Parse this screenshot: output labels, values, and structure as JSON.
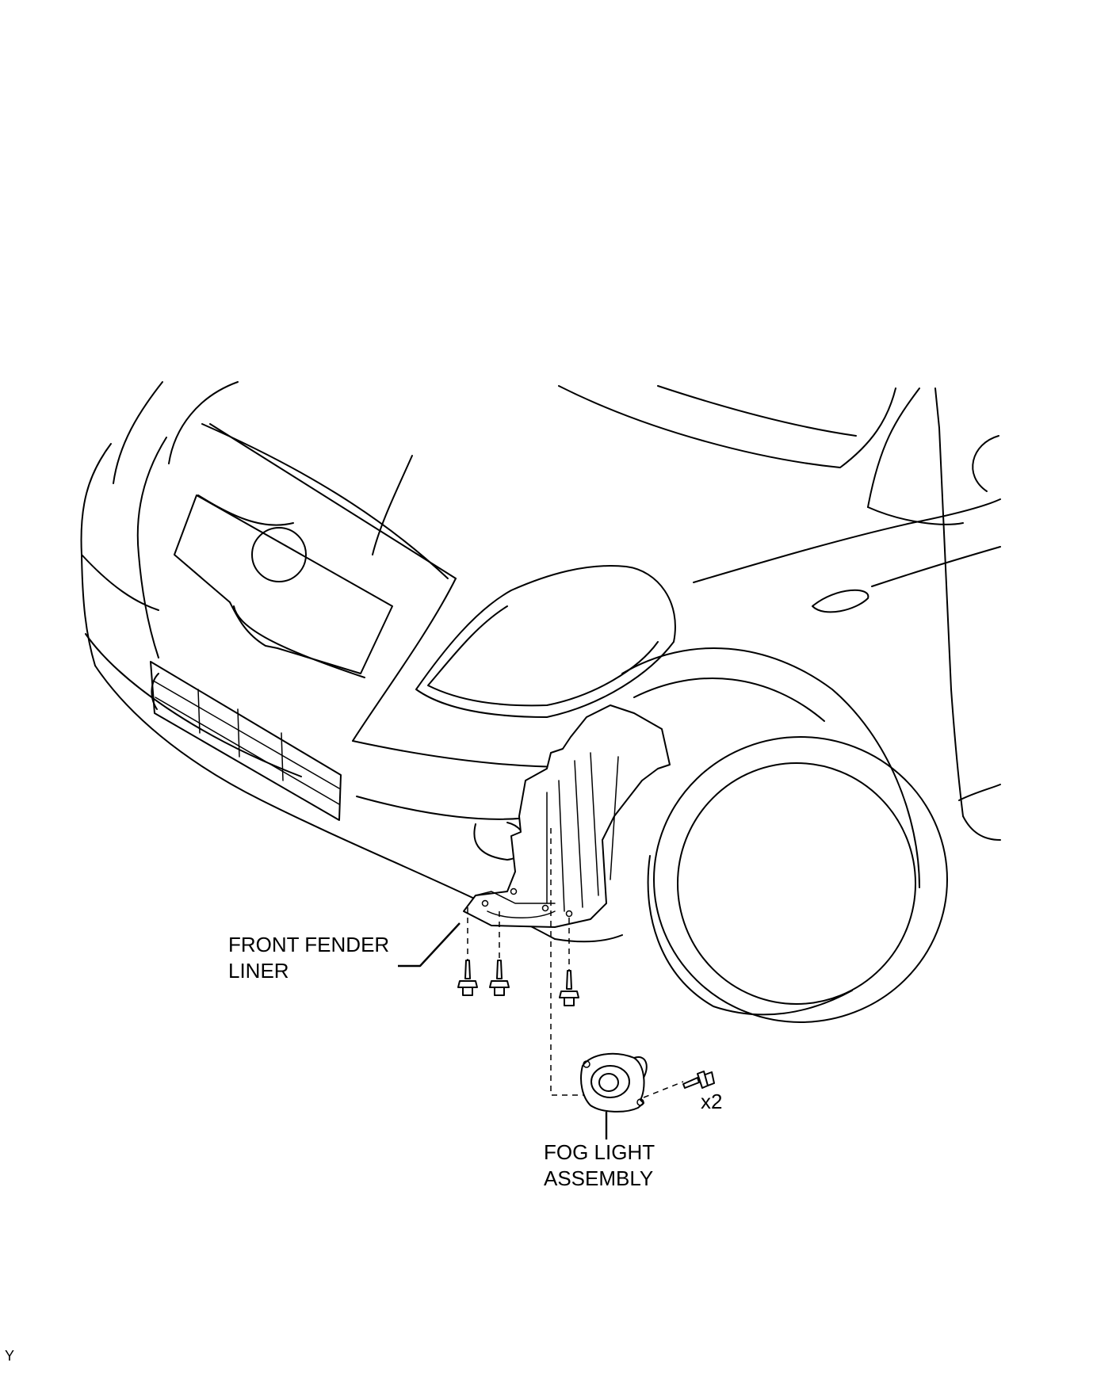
{
  "labels": {
    "front_fender_liner": [
      "FRONT FENDER",
      "LINER"
    ],
    "fog_light_assembly": [
      "FOG LIGHT",
      "ASSEMBLY"
    ],
    "screw_quantity": "x2",
    "corner_code": "Y"
  },
  "colors": {
    "line": "#000000",
    "background": "#ffffff"
  }
}
